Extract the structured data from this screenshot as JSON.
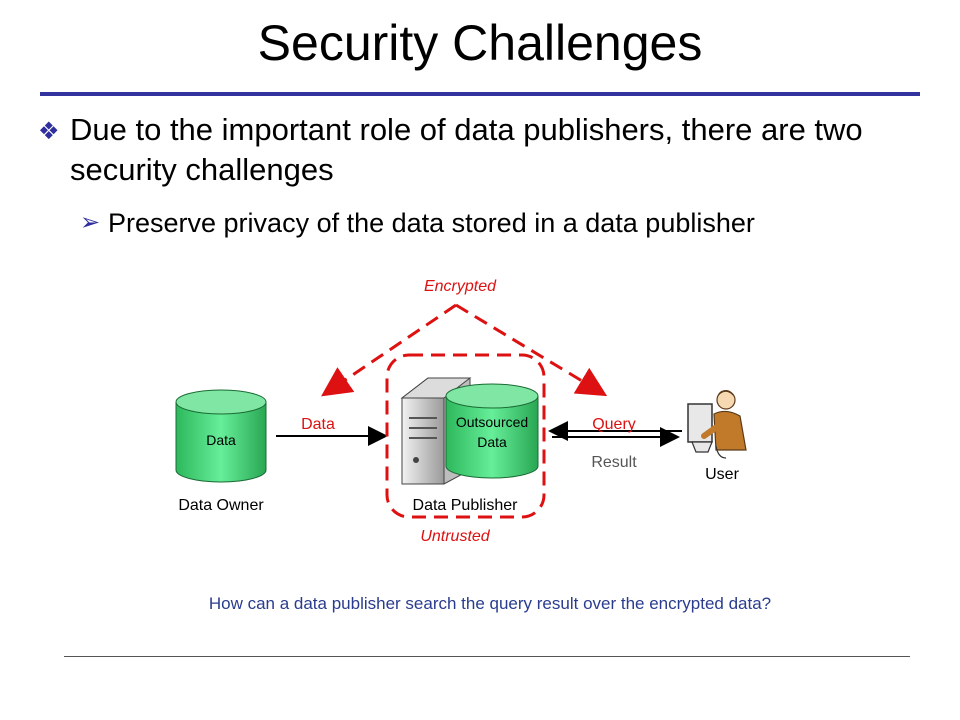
{
  "slide": {
    "title": "Security Challenges",
    "bullets": [
      {
        "marker": "❖",
        "text": "Due to the important role of data publishers, there are two security challenges"
      },
      {
        "marker": "➢",
        "text": "Preserve privacy of the data stored in a data publisher"
      }
    ],
    "question": "How can a data publisher search the query result over the encrypted data?"
  },
  "diagram": {
    "encrypted_label": "Encrypted",
    "untrusted_label": "Untrusted",
    "data_db_label": "Data",
    "owner_label": "Data Owner",
    "arrow_data_label": "Data",
    "outsourced_line1": "Outsourced",
    "outsourced_line2": "Data",
    "publisher_label": "Data Publisher",
    "query_label": "Query",
    "result_label": "Result",
    "user_label": "User",
    "colors": {
      "accent_red": "#dd1111",
      "db_green": "#33cc66",
      "title_rule": "#3333a0",
      "question_text": "#2a3c8e"
    }
  }
}
